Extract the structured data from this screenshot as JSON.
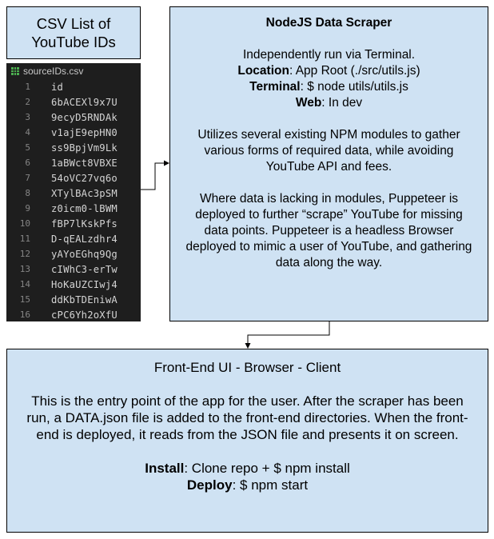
{
  "csv_box": {
    "title_line1": "CSV List of",
    "title_line2": "YouTube IDs"
  },
  "editor": {
    "filename": "sourceIDs.csv",
    "lines": [
      {
        "num": "1",
        "text": "id"
      },
      {
        "num": "2",
        "text": "6bACEXl9x7U"
      },
      {
        "num": "3",
        "text": "9ecyD5RNDAk"
      },
      {
        "num": "4",
        "text": "v1ajE9epHN0"
      },
      {
        "num": "5",
        "text": "ss9BpjVm9Lk"
      },
      {
        "num": "6",
        "text": "1aBWct8VBXE"
      },
      {
        "num": "7",
        "text": "54oVC27vq6o"
      },
      {
        "num": "8",
        "text": "XTylBAc3pSM"
      },
      {
        "num": "9",
        "text": "z0icm0-lBWM"
      },
      {
        "num": "10",
        "text": "fBP7lKskPfs"
      },
      {
        "num": "11",
        "text": "D-qEALzdhr4"
      },
      {
        "num": "12",
        "text": "yAYoEGhq9Qg"
      },
      {
        "num": "13",
        "text": "cIWhC3-erTw"
      },
      {
        "num": "14",
        "text": "HoKaUZCIwj4"
      },
      {
        "num": "15",
        "text": "ddKbTDEniwA"
      },
      {
        "num": "16",
        "text": "cPC6Yh2oXfU"
      }
    ]
  },
  "scraper": {
    "title": "NodeJS Data Scraper",
    "intro": "Independently run via Terminal.",
    "location_label": "Location",
    "location_value": ": App Root (./src/utils.js)",
    "terminal_label": "Terminal",
    "terminal_value": ": $ node utils/utils.js",
    "web_label": "Web",
    "web_value": ": In dev",
    "para1": "Utilizes several existing NPM modules to gather various forms of required data, while avoiding YouTube API and fees.",
    "para2": "Where data is lacking in modules, Puppeteer is deployed to further “scrape” YouTube for missing data points. Puppeteer is a headless Browser deployed to mimic a user of YouTube, and gathering data along the way."
  },
  "frontend": {
    "title": "Front-End UI - Browser - Client",
    "description": "This is the entry point of the app for the user. After the scraper has been run, a DATA.json file is added to the front-end directories. When the front-end is deployed, it reads from the JSON file and presents it on screen.",
    "install_label": "Install",
    "install_value": ": Clone repo + $ npm install",
    "deploy_label": "Deploy",
    "deploy_value": ": $ npm start"
  }
}
